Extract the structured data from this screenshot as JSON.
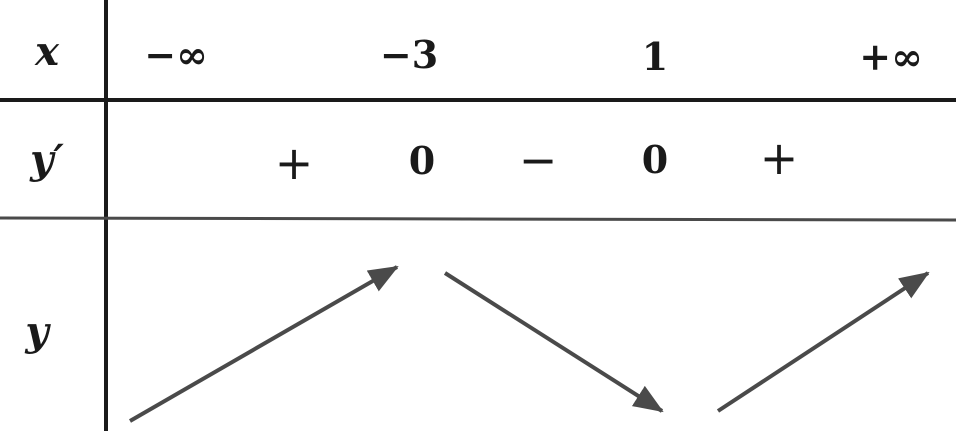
{
  "table": {
    "row_headers": {
      "x": "x",
      "y_prime": "y′",
      "y": "y"
    },
    "x_values": [
      "−∞",
      "−3",
      "1",
      "+∞"
    ],
    "derivative_row": [
      "+",
      "0",
      "−",
      "0",
      "+"
    ],
    "variation": [
      "increasing",
      "decreasing",
      "increasing"
    ]
  },
  "colors": {
    "lines": "#1a1a1a",
    "arrows": "#4a4a4a"
  }
}
